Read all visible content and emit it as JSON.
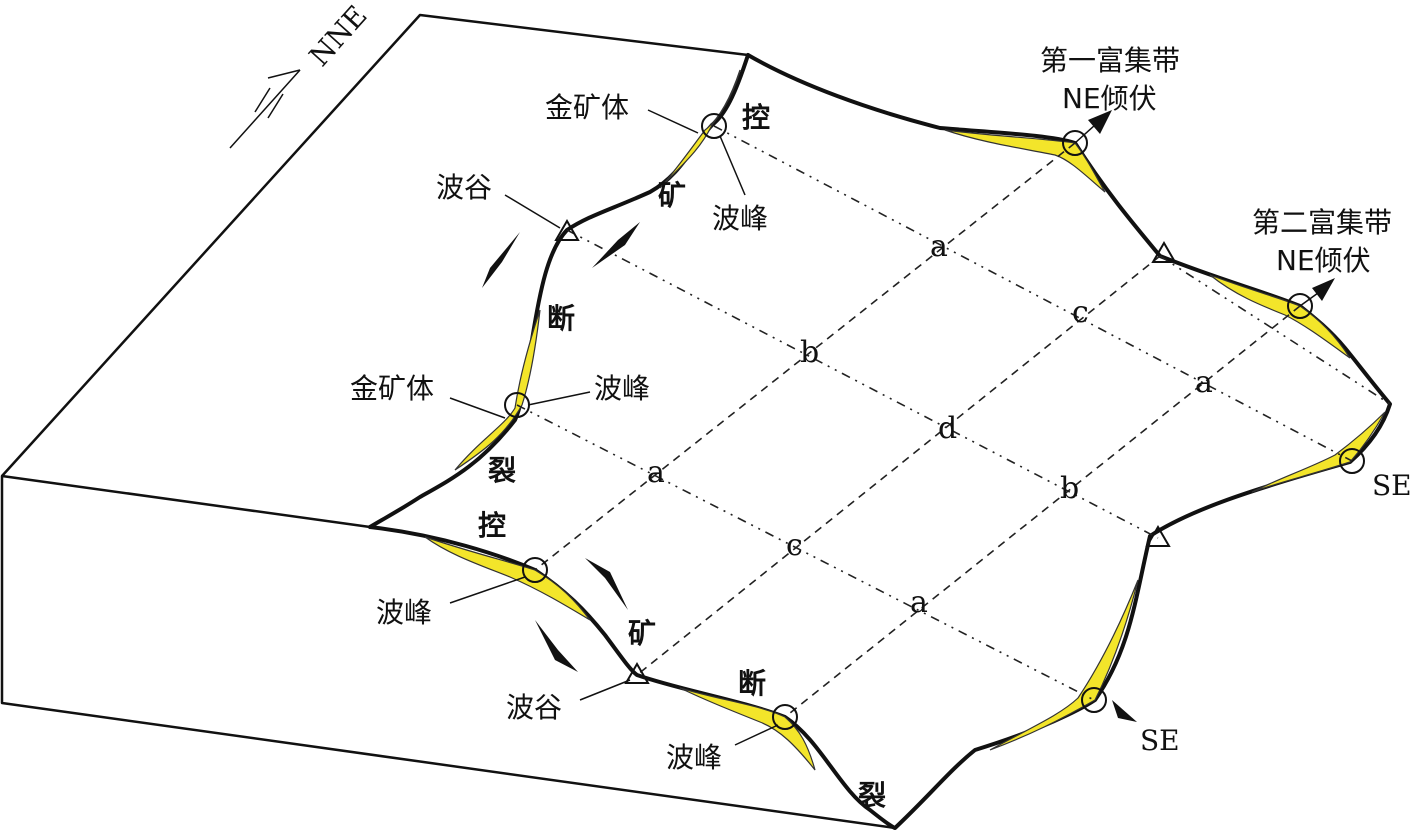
{
  "labels": {
    "orientation": "NNE",
    "zone1_title": "第一富集带",
    "zone1_plunge": "NE倾伏",
    "zone2_title": "第二富集带",
    "zone2_plunge": "NE倾伏",
    "direction_se_right": "SE",
    "direction_se_bottom": "SE",
    "ore_body_top": "金矿体",
    "ore_body_mid": "金矿体",
    "crest_top": "波峰",
    "crest_mid": "波峰",
    "crest_lower_left": "波峰",
    "crest_bottom": "波峰",
    "trough_top": "波谷",
    "trough_bottom": "波谷"
  },
  "fault_labels_back": [
    "控",
    "矿",
    "断",
    "裂"
  ],
  "fault_labels_front": [
    "控",
    "矿",
    "断",
    "裂"
  ],
  "grid_letters": {
    "a1": "a",
    "b1": "b",
    "c1": "c",
    "a2": "a",
    "d": "d",
    "a3": "a",
    "c2": "c",
    "b2": "b",
    "a4": "a"
  },
  "colors": {
    "ore_fill": "#f3e52a",
    "line": "#111111",
    "background": "#ffffff"
  }
}
